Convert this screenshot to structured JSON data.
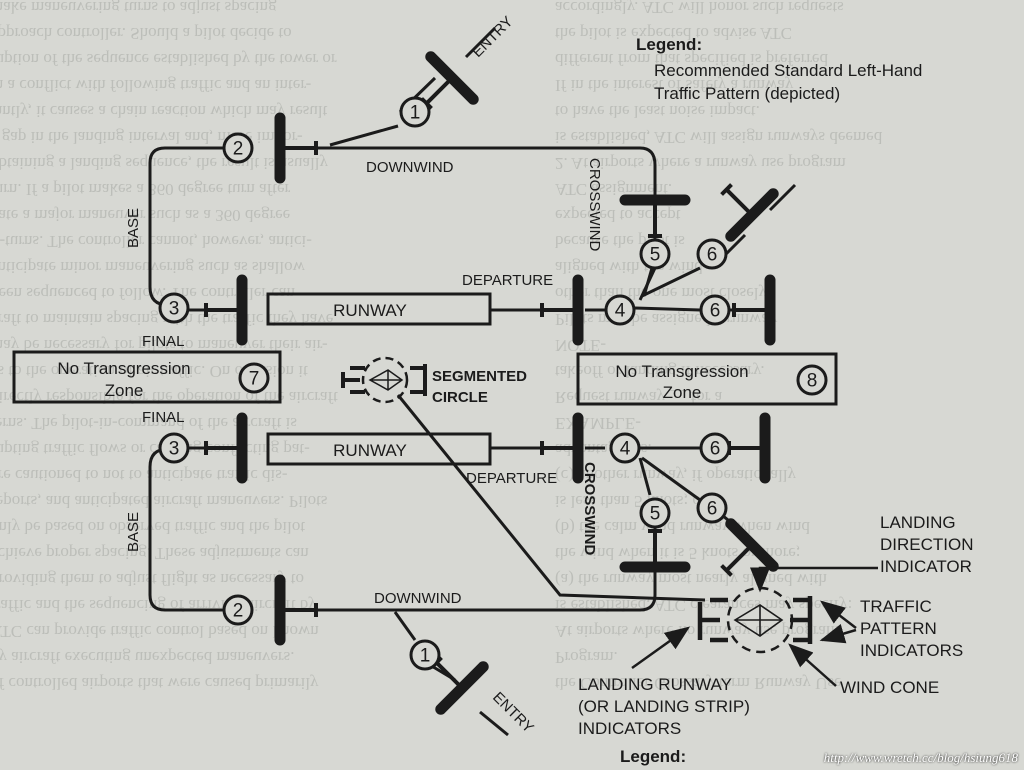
{
  "legend_top": {
    "title": "Legend:",
    "line1": "Recommended Standard Left-Hand",
    "line2": "Traffic Pattern (depicted)"
  },
  "legend_bottom": {
    "title": "Legend:"
  },
  "legs": {
    "entry": "ENTRY",
    "downwind": "DOWNWIND",
    "base": "BASE",
    "crosswind": "CROSSWIND",
    "departure": "DEPARTURE",
    "final": "FINAL"
  },
  "runway_label": "RUNWAY",
  "zones": {
    "line1": "No Transgression",
    "line2": "Zone"
  },
  "circle_numbers": [
    "1",
    "2",
    "3",
    "4",
    "5",
    "6",
    "7",
    "8"
  ],
  "segmented_circle": {
    "line1": "SEGMENTED",
    "line2": "CIRCLE"
  },
  "callouts": {
    "landing_direction": [
      "LANDING",
      "DIRECTION",
      "INDICATOR"
    ],
    "traffic_pattern": [
      "TRAFFIC",
      "PATTERN",
      "INDICATORS"
    ],
    "wind_cone": "WIND CONE",
    "landing_runway": [
      "LANDING RUNWAY",
      "(OR LANDING STRIP)",
      "INDICATORS"
    ]
  },
  "watermark": "http://www.wretch.cc/blog/hsiung618",
  "background_text": {
    "left": [
      "of controlled airports that were caused primarily",
      "by aircraft executing unexpected maneuvers.",
      "ATC can provide traffic control based on known",
      "traffic and the sequencing of arriving aircraft by",
      "providing them to adjust flight as necessary to",
      "achieve proper spacing. These adjustments can",
      "only be based on observed traffic and the pilot",
      "reports, and anticipated aircraft maneuvers. Pilots",
      "are cautioned to not to anticipate traffic dis-",
      "rupting traffic flows or causing conflicting pat-",
      "terns. The pilot-in-command of the aircraft is",
      "directly responsible for the operation of the aircraft",
      "as to the operation of air traffic. On occasion it",
      "may be necessary for pilots to maneuver their air-",
      "craft to maintain spacing with the traffic they have",
      "been sequenced to follow. The controller can",
      "anticipate minor maneuvering such as shallow",
      "S-turns. The controller cannot, however, antici-",
      "pate a major maneuver such as a 360 degree",
      "turn. If a pilot makes a 360 degree turn after",
      "obtaining a landing sequence, the result is usually",
      "a gap in the landing interval and, more impor-",
      "tantly, it causes a chain reaction which may result",
      "in a conflict with following traffic and an inter-",
      "ruption of the sequence established by the tower or",
      "approach controller. Should a pilot decide to",
      "make maneuvering turns to adjust spacing"
    ],
    "right": [
      "the Controller Glossary term Runway Use",
      "Program.",
      "At airports where no runway use program",
      "is established, ATC clearances may specify:",
      "(a) the runway most nearly aligned with",
      "the wind when it is 5 knots or more;",
      "(b) the calm wind runway when wind",
      "is less than 5 knots; or",
      "(c) another runway, if operationally",
      "advantageous.",
      "EXAMPLE-",
      "Request runway __ for a",
      "takeoff or landing if necessary.",
      "NOTE-",
      "Pilots may be assigned a runway",
      "other than the one most closely",
      "aligned with the wind",
      "because the pilot is",
      "expected to accept",
      "ATC assignment.",
      "2. At airports where a runway use program",
      "is established, ATC will assign runways deemed",
      "to have the least noise impact.",
      "If in the interest of safety a runway",
      "different from that specified is preferred",
      "the pilot is expected to advise ATC",
      "accordingly. ATC will honor such requests"
    ]
  }
}
